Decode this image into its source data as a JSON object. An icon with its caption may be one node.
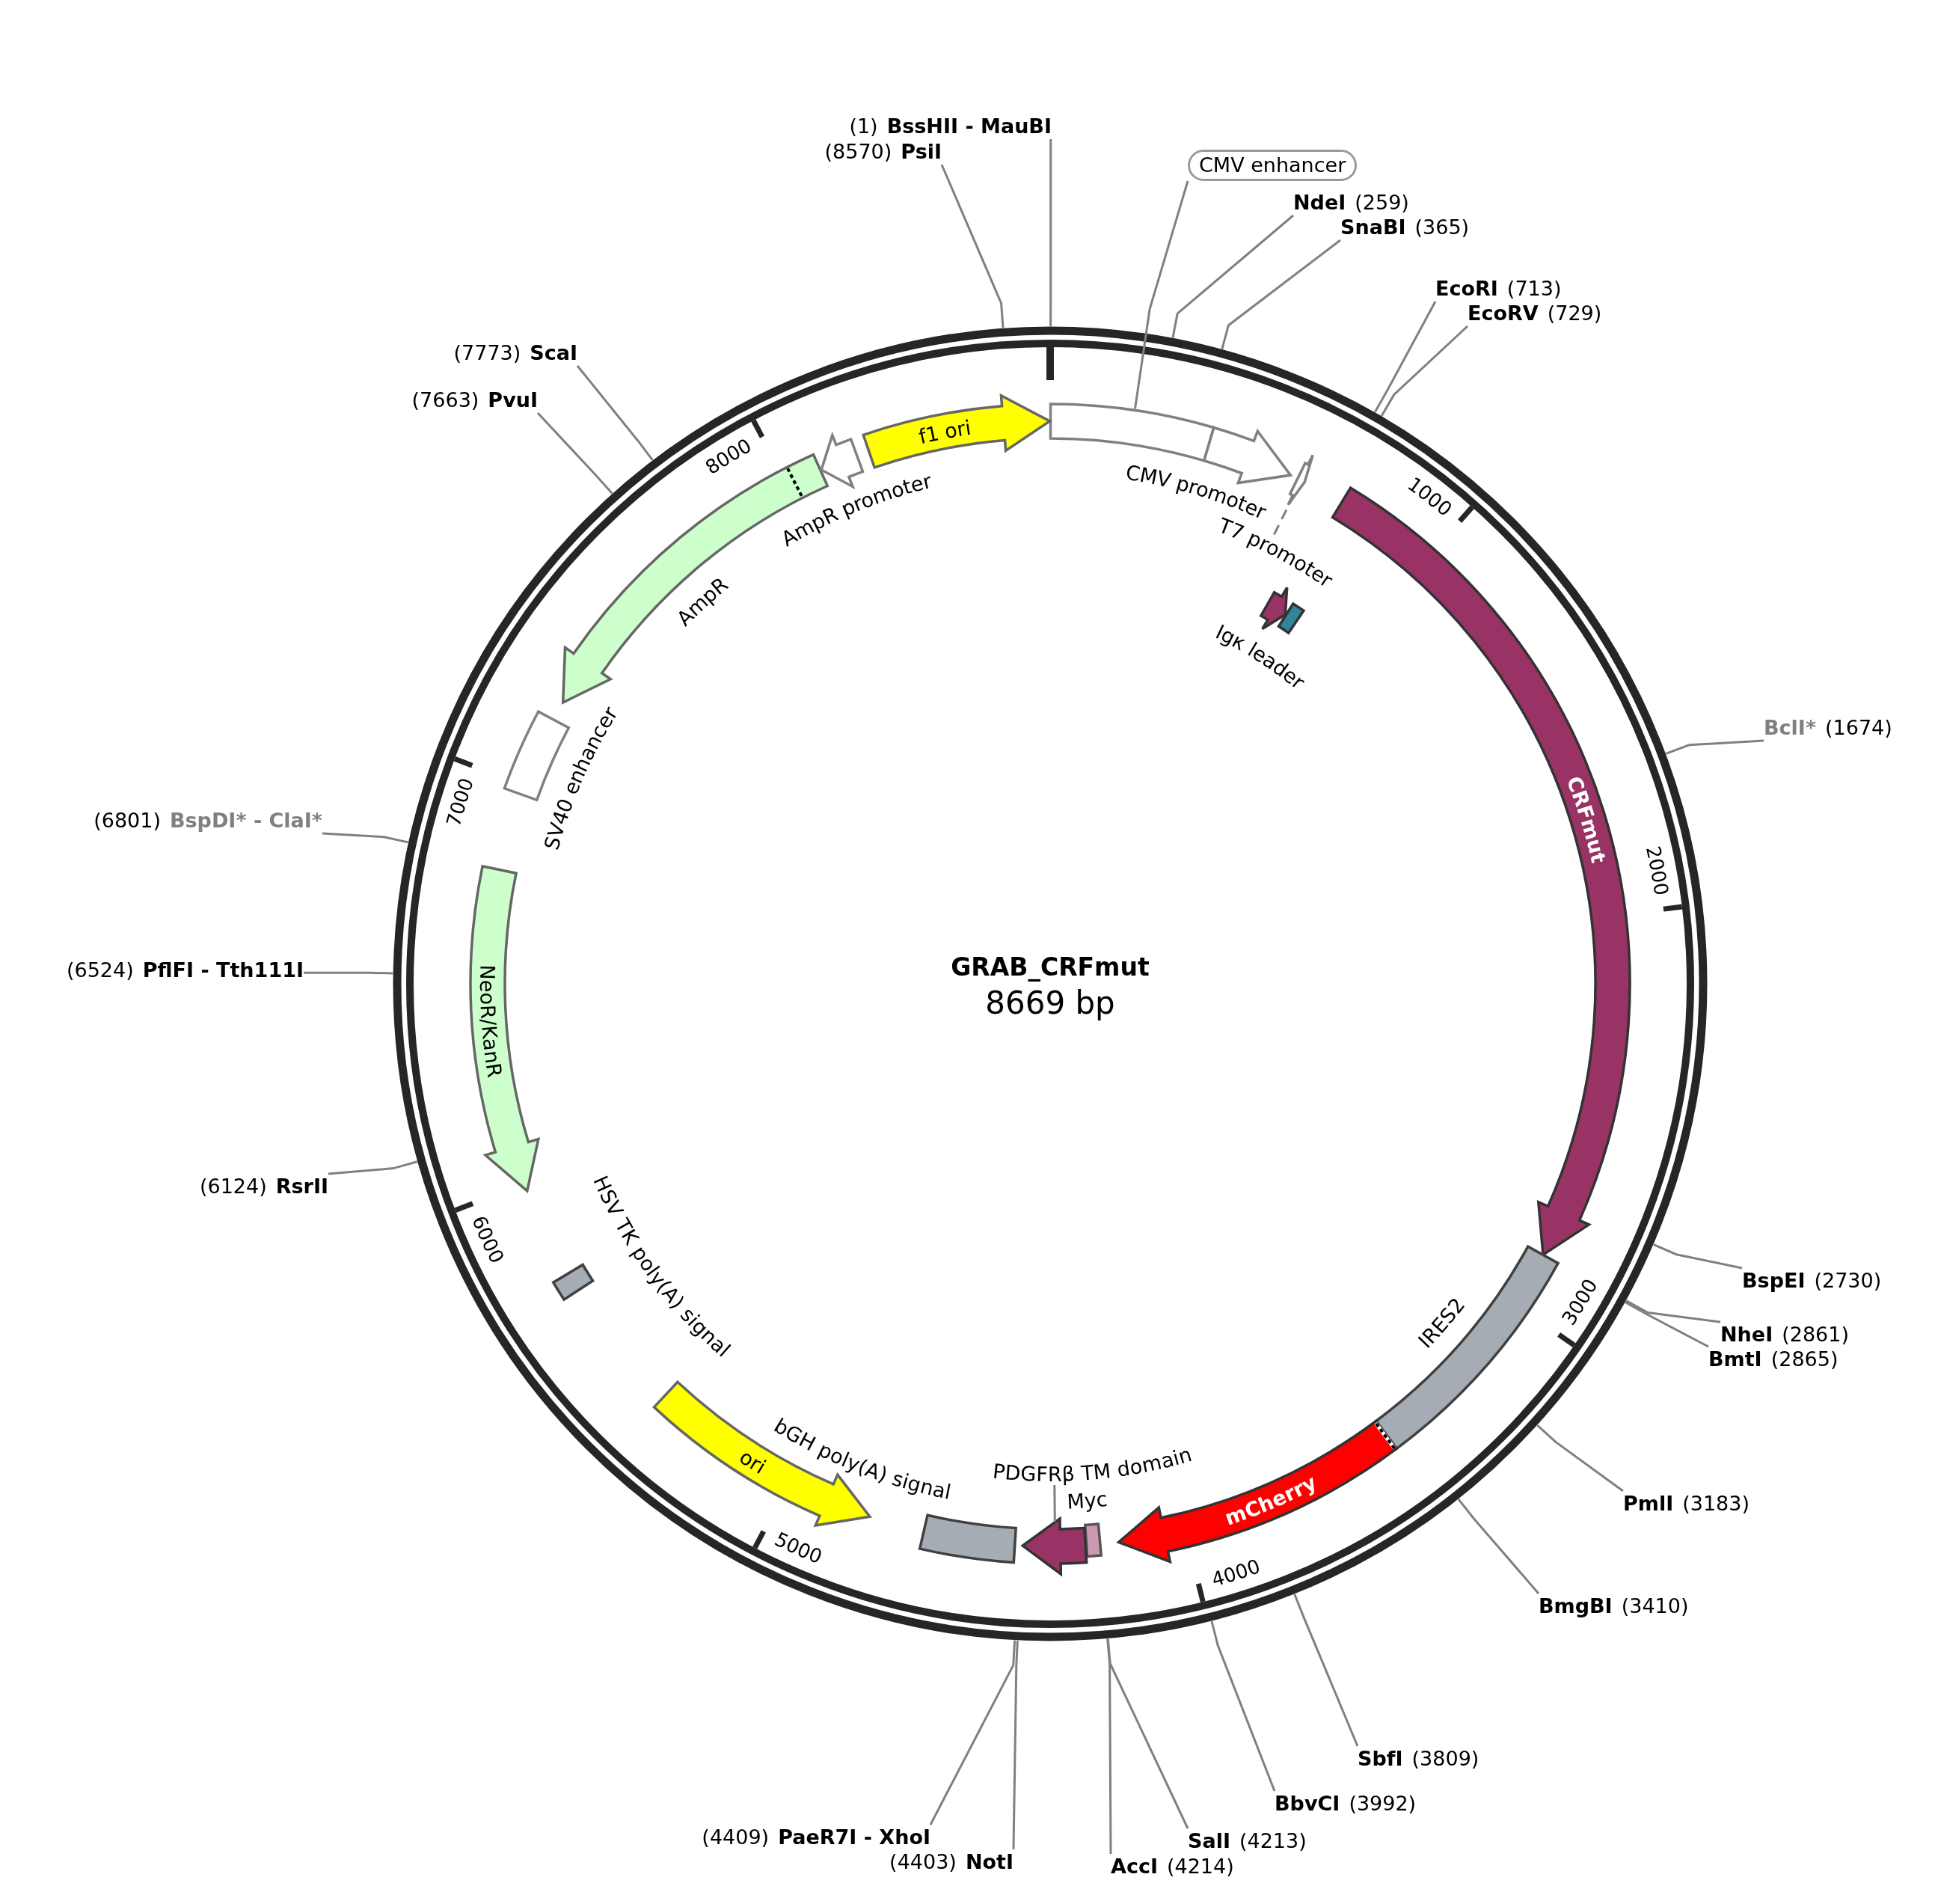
{
  "diagram": {
    "title": "GRAB_CRFmut",
    "nodes": [
      {
        "text": [],
        "shape": "box"
      },
      {
        "text": [
          "CMV enhancer"
        ]
      },
      {
        "text": [
          "CMV promoter"
        ]
      },
      {
        "text": [],
        "shape": "arrow"
      },
      {
        "text": [
          "T7 promoter"
        ]
      },
      {
        "text": [
          "Igκ leader"
        ]
      },
      {
        "text": [],
        "shape": "box"
      },
      {
        "text": [
          "CRFmut"
        ]
      },
      {
        "text": [
          "IRES2"
        ]
      },
      {
        "text": [
          "mCherry"
        ]
      },
      {
        "text": [
          "Myc"
        ]
      },
      {
        "text": [],
        "shape": "arrow"
      },
      {
        "text": [
          "PDGFRβ TM domain"
        ]
      },
      {
        "text": [
          "bGH poly(A) signal"
        ]
      },
      {
        "text": [
          "ori"
        ]
      },
      {
        "text": [
          "HSV TK poly(A) signal"
        ]
      },
      {
        "text": [
          "NeoR/KanR"
        ]
      },
      {
        "text": [
          "SV40 enhancer"
        ]
      },
      {
        "text": [
          "AmpR"
        ]
      },
      {
        "text": [
          "AmpR promoter"
        ]
      },
      {
        "text": [
          "f1 ori"
        ]
      },
      {
        "text": [
          "(1)",
          "BssHII - MauBI"
        ]
      },
      {
        "text": [
          "NdeI",
          "(259)"
        ]
      },
      {
        "text": [
          "SnaBI",
          "(365)"
        ]
      },
      {
        "text": [
          "EcoRI",
          "(713)"
        ]
      },
      {
        "text": [
          "EcoRV",
          "(729)"
        ]
      },
      {
        "text": [
          "BclI*",
          "(1674)"
        ]
      },
      {
        "text": [
          "BspEI",
          "(2730)"
        ]
      },
      {
        "text": [
          "NheI",
          "(2861)"
        ]
      },
      {
        "text": [
          "BmtI",
          "(2865)"
        ]
      },
      {
        "text": [
          "PmlI",
          "(3183)"
        ]
      },
      {
        "text": [
          "BmgBI",
          "(3410)"
        ]
      },
      {
        "text": [
          "SbfI",
          "(3809)"
        ]
      },
      {
        "text": [
          "BbvCI",
          "(3992)"
        ]
      },
      {
        "text": [
          "SalI",
          "(4213)"
        ]
      },
      {
        "text": [
          "AccI",
          "(4214)"
        ]
      },
      {
        "text": [
          "(4403)",
          "NotI"
        ]
      },
      {
        "text": [
          "(4409)",
          "PaeR7I - XhoI"
        ]
      },
      {
        "text": [
          "(6124)",
          "RsrII"
        ]
      },
      {
        "text": [
          "(6524)",
          "PflFI - Tth111I"
        ]
      },
      {
        "text": [
          "(6801)",
          "BspDI* - ClaI*"
        ]
      },
      {
        "text": [
          "(7663)",
          "PvuI"
        ]
      },
      {
        "text": [
          "(7773)",
          "ScaI"
        ]
      },
      {
        "text": [
          "(8570)",
          "PsiI"
        ]
      }
    ],
    "edges": [
      {
        "from": 1,
        "to": 0,
        "arrow": "none"
      },
      {
        "from": 4,
        "to": 3,
        "arrow": "none",
        "style": "dashed"
      },
      {
        "from": 12,
        "to": 11,
        "arrow": "none"
      },
      {
        "from": 21,
        "to": null,
        "arrow": "none"
      },
      {
        "from": 22,
        "to": null,
        "arrow": "none"
      },
      {
        "from": 23,
        "to": null,
        "arrow": "none"
      },
      {
        "from": 24,
        "to": null,
        "arrow": "none"
      },
      {
        "from": 25,
        "to": null,
        "arrow": "none"
      },
      {
        "from": 26,
        "to": null,
        "arrow": "none"
      },
      {
        "from": 27,
        "to": null,
        "arrow": "none"
      },
      {
        "from": 28,
        "to": null,
        "arrow": "none"
      },
      {
        "from": 29,
        "to": null,
        "arrow": "none"
      },
      {
        "from": 30,
        "to": null,
        "arrow": "none"
      },
      {
        "from": 31,
        "to": null,
        "arrow": "none"
      },
      {
        "from": 32,
        "to": null,
        "arrow": "none"
      },
      {
        "from": 33,
        "to": null,
        "arrow": "none"
      },
      {
        "from": 34,
        "to": null,
        "arrow": "none"
      },
      {
        "from": 35,
        "to": null,
        "arrow": "none"
      },
      {
        "from": 36,
        "to": null,
        "arrow": "none"
      },
      {
        "from": 37,
        "to": null,
        "arrow": "none"
      },
      {
        "from": 38,
        "to": null,
        "arrow": "none"
      },
      {
        "from": 39,
        "to": null,
        "arrow": "none"
      },
      {
        "from": 40,
        "to": null,
        "arrow": "none"
      },
      {
        "from": 41,
        "to": null,
        "arrow": "none"
      },
      {
        "from": 42,
        "to": null,
        "arrow": "none"
      },
      {
        "from": 43,
        "to": null,
        "arrow": "none"
      }
    ],
    "labels": [
      "8669 bp",
      "1000",
      "2000",
      "3000",
      "4000",
      "5000",
      "6000",
      "7000",
      "8000"
    ]
  }
}
